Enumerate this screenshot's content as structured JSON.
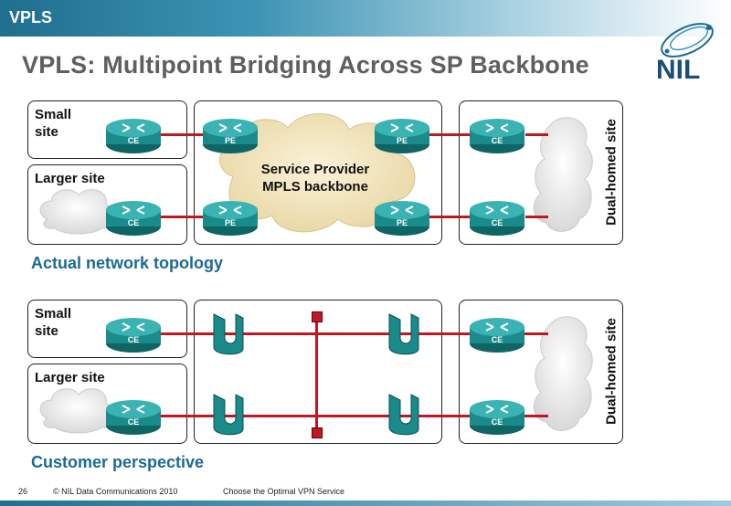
{
  "header": {
    "section": "VPLS"
  },
  "title": "VPLS: Multipoint Bridging Across SP Backbone",
  "logo": {
    "text": "NIL"
  },
  "top": {
    "small_site": "Small\nsite",
    "larger_site": "Larger site",
    "sp_line1": "Service Provider",
    "sp_line2": "MPLS backbone",
    "dual_homed": "Dual-homed site",
    "section_label": "Actual network topology"
  },
  "bottom": {
    "small_site": "Small\nsite",
    "larger_site": "Larger site",
    "dual_homed": "Dual-homed site",
    "section_label": "Customer perspective"
  },
  "routers": {
    "ce": "CE",
    "pe": "PE"
  },
  "footer": {
    "page": "26",
    "copyright": "© NIL Data Communications 2010",
    "course": "Choose the Optimal VPN Service"
  },
  "colors": {
    "link": "#c01822",
    "router": "#1a8a8a",
    "accent": "#1b6a94"
  }
}
